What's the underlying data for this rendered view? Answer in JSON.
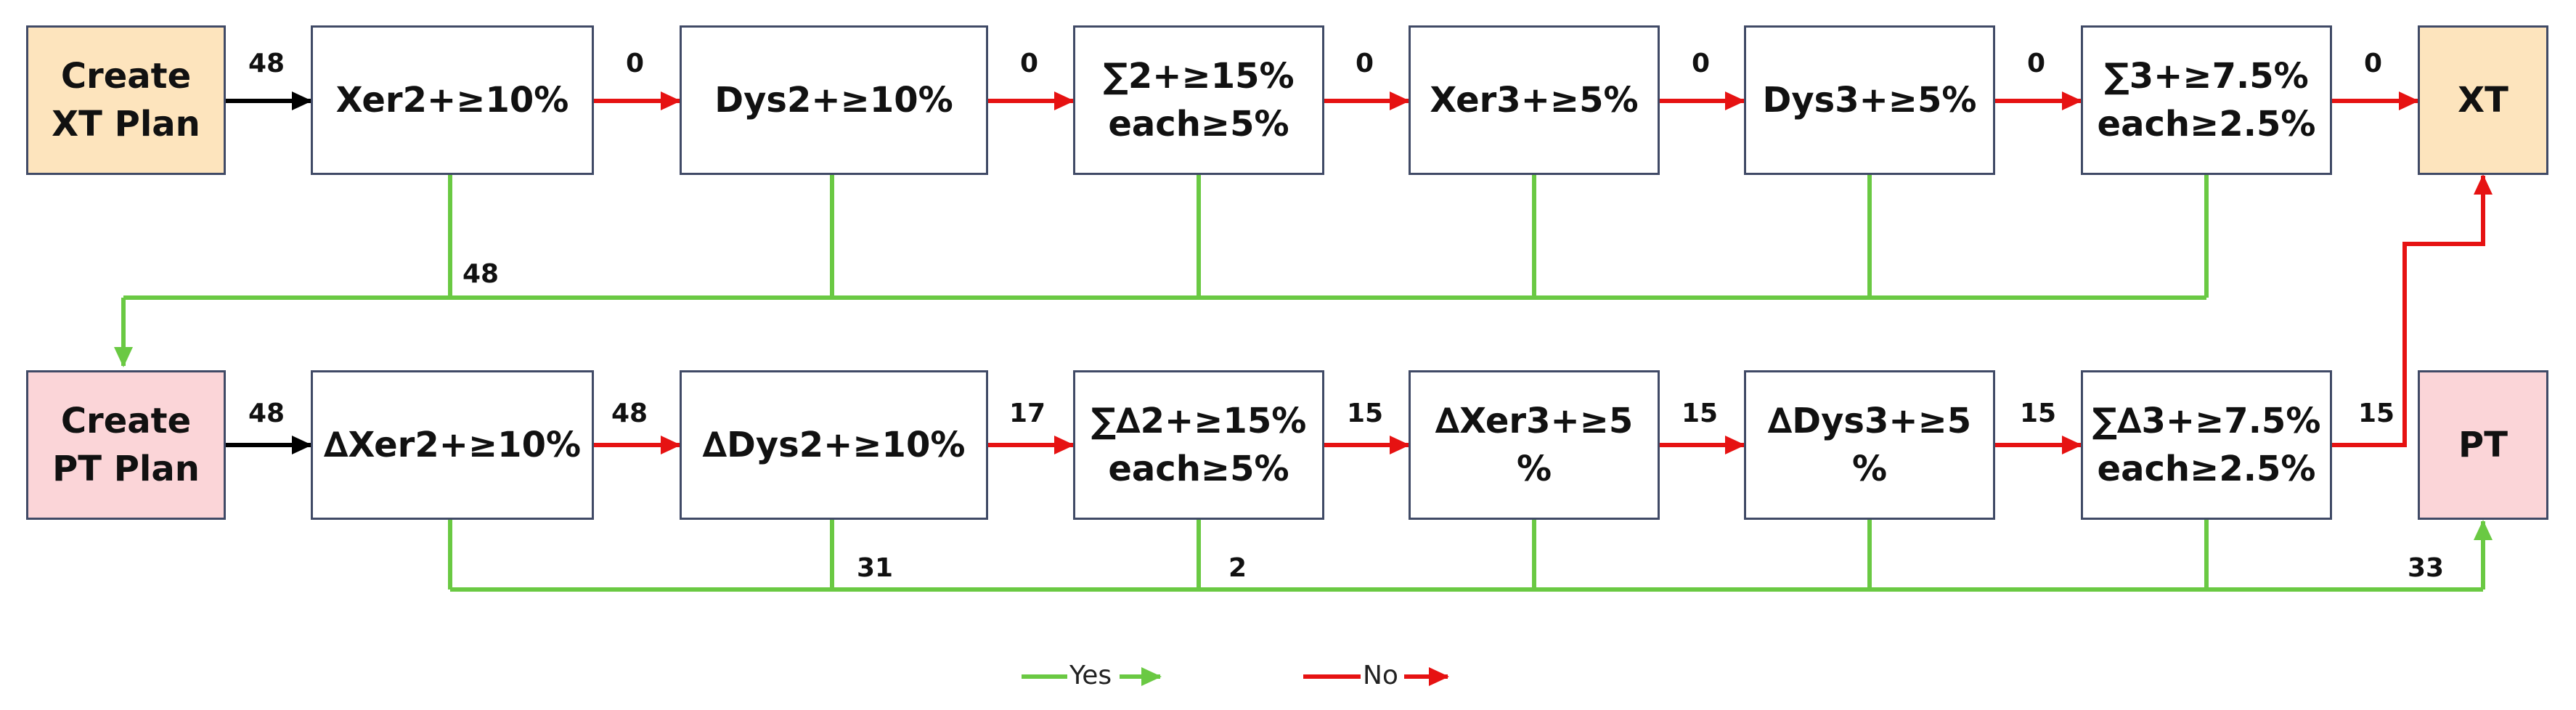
{
  "colors": {
    "yes": "#6ac943",
    "no": "#e61212",
    "start": "#000000",
    "xt": "#fde4bd",
    "pt": "#fbd5d8",
    "border": "#404a66"
  },
  "nodes": {
    "create_xt": {
      "line1": "Create",
      "line2": "XT Plan"
    },
    "xer2": {
      "line1": "Xer2+≥10%"
    },
    "dys2": {
      "line1": "Dys2+≥10%"
    },
    "sum2": {
      "line1": "∑2+≥15%",
      "line2": "each≥5%"
    },
    "xer3": {
      "line1": "Xer3+≥5%"
    },
    "dys3": {
      "line1": "Dys3+≥5%"
    },
    "sum3": {
      "line1": "∑3+≥7.5%",
      "line2": "each≥2.5%"
    },
    "xt": {
      "line1": "XT"
    },
    "create_pt": {
      "line1": "Create",
      "line2": "PT Plan"
    },
    "dxer2": {
      "line1": "∆Xer2+≥10%"
    },
    "ddys2": {
      "line1": "∆Dys2+≥10%"
    },
    "dsum2": {
      "line1": "∑∆2+≥15%",
      "line2": "each≥5%"
    },
    "dxer3": {
      "line1": "∆Xer3+≥5",
      "line2": "%"
    },
    "ddys3": {
      "line1": "∆Dys3+≥5",
      "line2": "%"
    },
    "dsum3": {
      "line1": "∑∆3+≥7.5%",
      "line2": "each≥2.5%"
    },
    "pt": {
      "line1": "PT"
    }
  },
  "counts": {
    "top": [
      "48",
      "0",
      "0",
      "0",
      "0",
      "0",
      "0"
    ],
    "top_yes": "48",
    "bottom": [
      "48",
      "48",
      "17",
      "15",
      "15",
      "15",
      "15"
    ],
    "bottom_yes": [
      "31",
      "2",
      "33"
    ]
  },
  "legend": {
    "yes": "Yes",
    "no": "No"
  }
}
